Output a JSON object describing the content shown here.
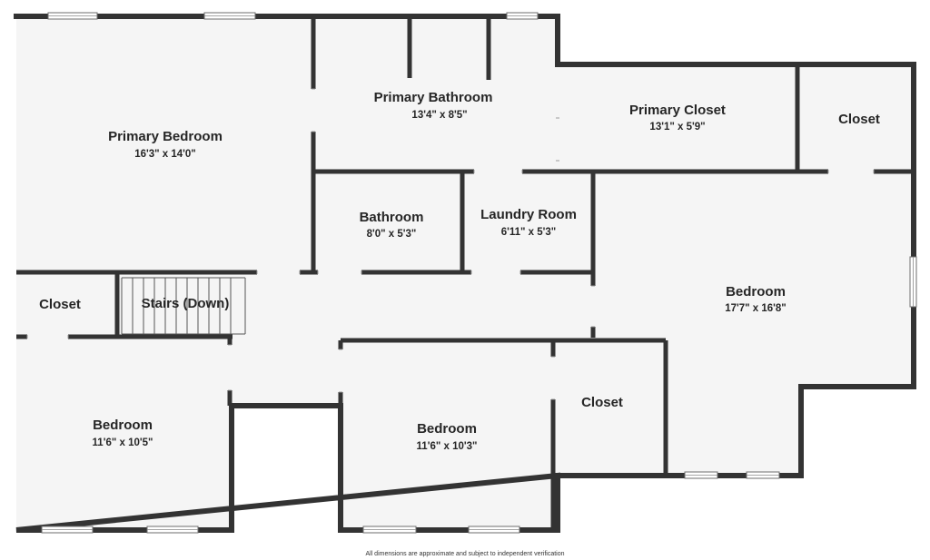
{
  "rooms": [
    {
      "id": "primary-bedroom",
      "name": "Primary Bedroom",
      "dims": "16'3\" x 14'0\""
    },
    {
      "id": "primary-bathroom",
      "name": "Primary Bathroom",
      "dims": "13'4\" x 8'5\""
    },
    {
      "id": "primary-closet",
      "name": "Primary Closet",
      "dims": "13'1\" x 5'9\""
    },
    {
      "id": "closet-ne",
      "name": "Closet",
      "dims": ""
    },
    {
      "id": "bathroom",
      "name": "Bathroom",
      "dims": "8'0\" x 5'3\""
    },
    {
      "id": "laundry-room",
      "name": "Laundry Room",
      "dims": "6'11\" x 5'3\""
    },
    {
      "id": "bedroom-east",
      "name": "Bedroom",
      "dims": "17'7\" x 16'8\""
    },
    {
      "id": "closet-w",
      "name": "Closet",
      "dims": ""
    },
    {
      "id": "stairs",
      "name": "Stairs (Down)",
      "dims": ""
    },
    {
      "id": "bedroom-sw",
      "name": "Bedroom",
      "dims": "11'6\" x 10'5\""
    },
    {
      "id": "bedroom-s",
      "name": "Bedroom",
      "dims": "11'6\" x 10'3\""
    },
    {
      "id": "closet-s",
      "name": "Closet",
      "dims": ""
    }
  ],
  "disclaimer": "All dimensions are approximate and subject to independent verification",
  "colors": {
    "wall": "#333333",
    "floor": "#f5f5f5",
    "background": "#ffffff",
    "text": "#262626"
  }
}
